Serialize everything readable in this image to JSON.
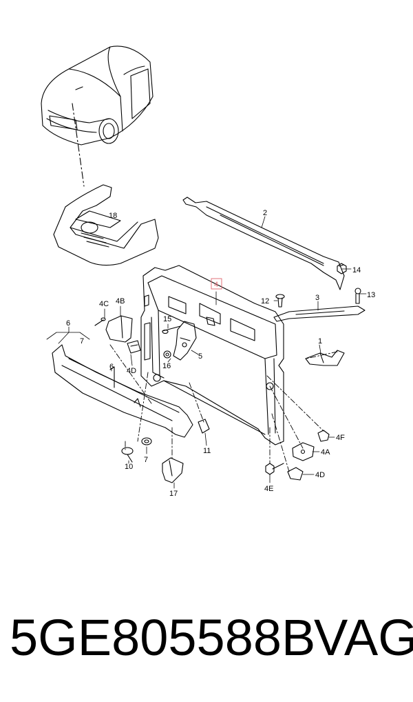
{
  "diagram": {
    "labels": {
      "l1": "1",
      "l2": "2",
      "l3": "3",
      "l4": "4",
      "l4a": "4A",
      "l4b": "4B",
      "l4c": "4C",
      "l4d1": "4D",
      "l4d2": "4D",
      "l4e": "4E",
      "l4f": "4F",
      "l5": "5",
      "l6a": "6",
      "l6b": "6",
      "l7a": "7",
      "l7b": "7",
      "l10": "10",
      "l11": "11",
      "l12": "12",
      "l13": "13",
      "l14": "14",
      "l15": "15",
      "l16": "16",
      "l17": "17",
      "l18": "18"
    }
  },
  "footer": {
    "part_number": "5GE805588B",
    "brand": "VAG"
  },
  "colors": {
    "line": "#000000",
    "highlight": "#e2707a",
    "background": "#ffffff"
  }
}
